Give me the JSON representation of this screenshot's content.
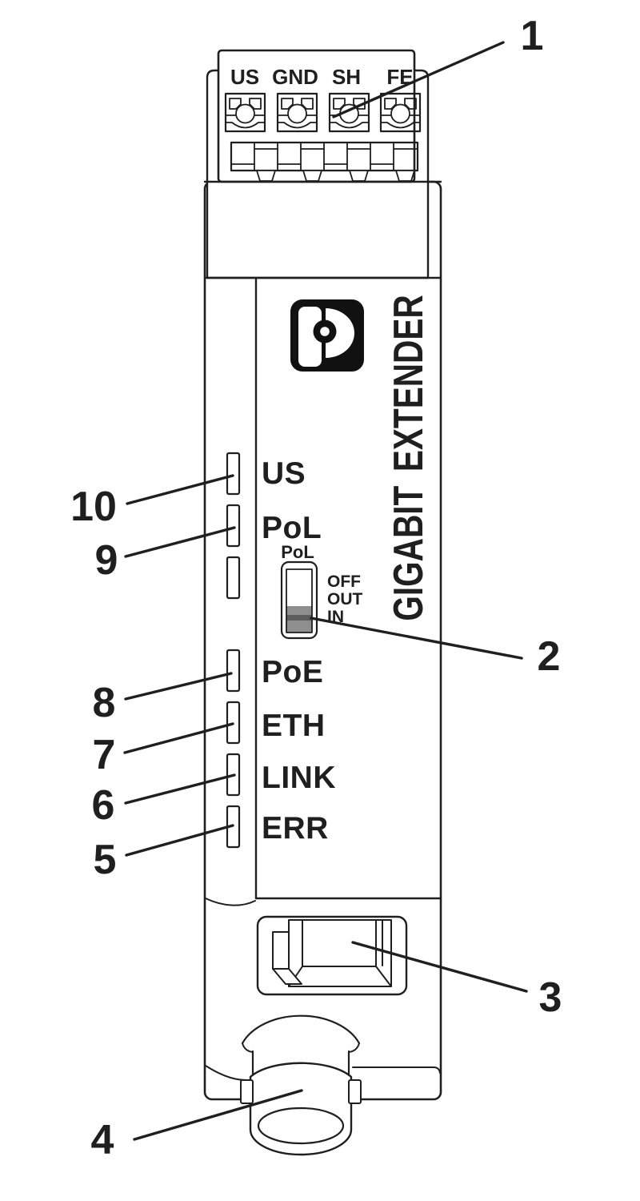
{
  "figure_type": "device-callout-diagram",
  "device": {
    "brand_vertical_label": "GIGABIT EXTENDER",
    "terminal_labels": [
      "US",
      "GND",
      "SH",
      "FE"
    ],
    "led_labels": [
      "US",
      "PoL",
      "PoE",
      "ETH",
      "LINK",
      "ERR"
    ],
    "switch": {
      "label": "PoL",
      "options": [
        "OFF",
        "OUT",
        "IN"
      ],
      "position": "IN"
    }
  },
  "callouts": [
    "1",
    "2",
    "3",
    "4",
    "5",
    "6",
    "7",
    "8",
    "9",
    "10"
  ],
  "colors": {
    "line": "#1f1f1f",
    "slider_gray": "#8f8f8f",
    "slider_dark": "#5c5c5c",
    "logo_black": "#111111"
  }
}
